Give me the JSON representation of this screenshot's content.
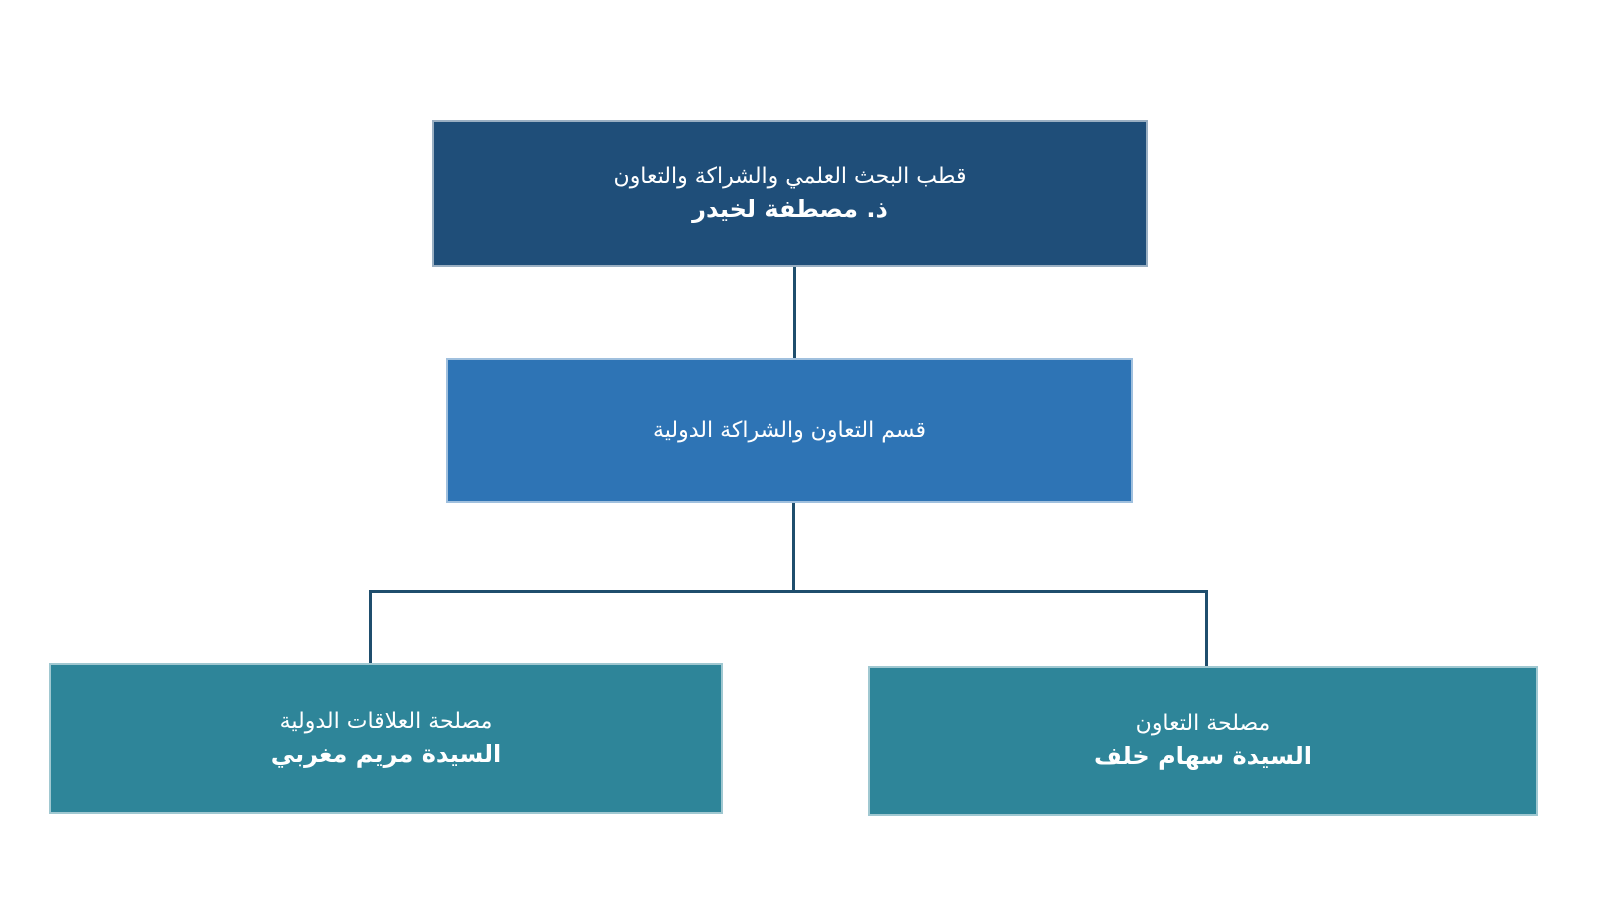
{
  "colors": {
    "level1_pole": "#1f4e79",
    "level2_department": "#2e74b5",
    "level3_service": "#2e8599",
    "connector": "#1f4e6d",
    "text": "#ffffff",
    "background": "#ffffff"
  },
  "org_chart": {
    "root": {
      "title": "قطب البحث العلمي والشراكة والتعاون",
      "name": "ذ. مصطفة لخيدر"
    },
    "department": {
      "title": "قسم التعاون والشراكة الدولية"
    },
    "services": [
      {
        "title": "مصلحة العلاقات الدولية",
        "name": "السيدة مريم مغربي"
      },
      {
        "title": "مصلحة التعاون",
        "name": "السيدة سهام خلف"
      }
    ]
  }
}
